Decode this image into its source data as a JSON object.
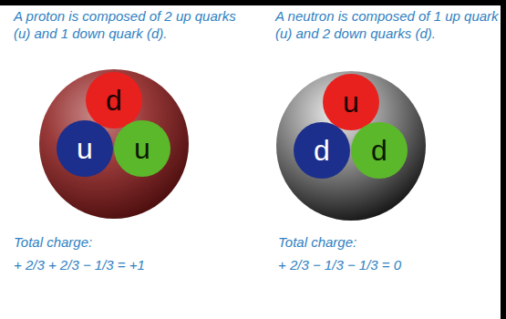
{
  "diagram": {
    "nodes": [
      {
        "text": [
          "A proton is composed of 2 up quarks (u) and 1 down quark (d)."
        ]
      },
      {
        "text": [
          "d"
        ],
        "in": 0
      },
      {
        "text": [
          "u"
        ],
        "in": 0
      },
      {
        "text": [
          "u"
        ],
        "in": 0
      },
      {
        "text": [
          "A neutron is composed of 1 up quark (u) and 2 down quarks (d)."
        ]
      },
      {
        "text": [
          "u"
        ],
        "in": 4
      },
      {
        "text": [
          "d"
        ],
        "in": 4
      },
      {
        "text": [
          "d"
        ],
        "in": 4
      }
    ],
    "labels": [
      "Total charge:",
      "+ 2/3 + 2/3 − 1/3 = +1",
      "Total charge:",
      "+ 2/3 − 1/3 − 1/3 = 0"
    ]
  }
}
